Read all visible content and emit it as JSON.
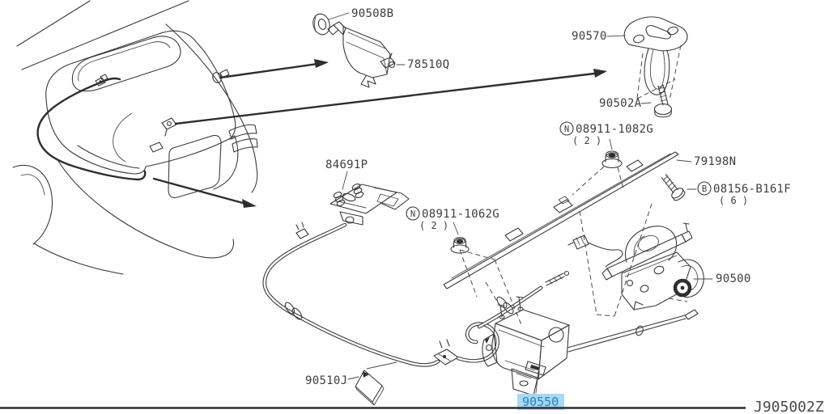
{
  "diagram": {
    "drawing_code": "J905002Z",
    "highlight": {
      "bg": "#a6d9f2",
      "text": "#2e7cc3"
    },
    "line_color": "#3a3a3a",
    "symbols": {
      "nut": "N",
      "bolt": "B"
    },
    "callouts": {
      "grommet": {
        "label": "90508B"
      },
      "lock_cylinder": {
        "label": "78510Q"
      },
      "striker": {
        "label": "90570"
      },
      "striker_bolt": {
        "label": "90502A"
      },
      "nut_upper": {
        "symbol": "N",
        "label": "08911-1082G",
        "qty": "( 2 )"
      },
      "finisher": {
        "label": "79198N"
      },
      "hex_bolt": {
        "symbol": "B",
        "label": "08156-B161F",
        "qty": "( 6 )"
      },
      "opener_bracket": {
        "label": "84691P"
      },
      "nut_lower": {
        "symbol": "N",
        "label": "08911-1062G",
        "qty": "( 2 )"
      },
      "latch": {
        "label": "90500"
      },
      "protector_pad": {
        "label": "90510J"
      },
      "lock_actuator": {
        "label": "90550",
        "highlighted": true
      }
    }
  }
}
